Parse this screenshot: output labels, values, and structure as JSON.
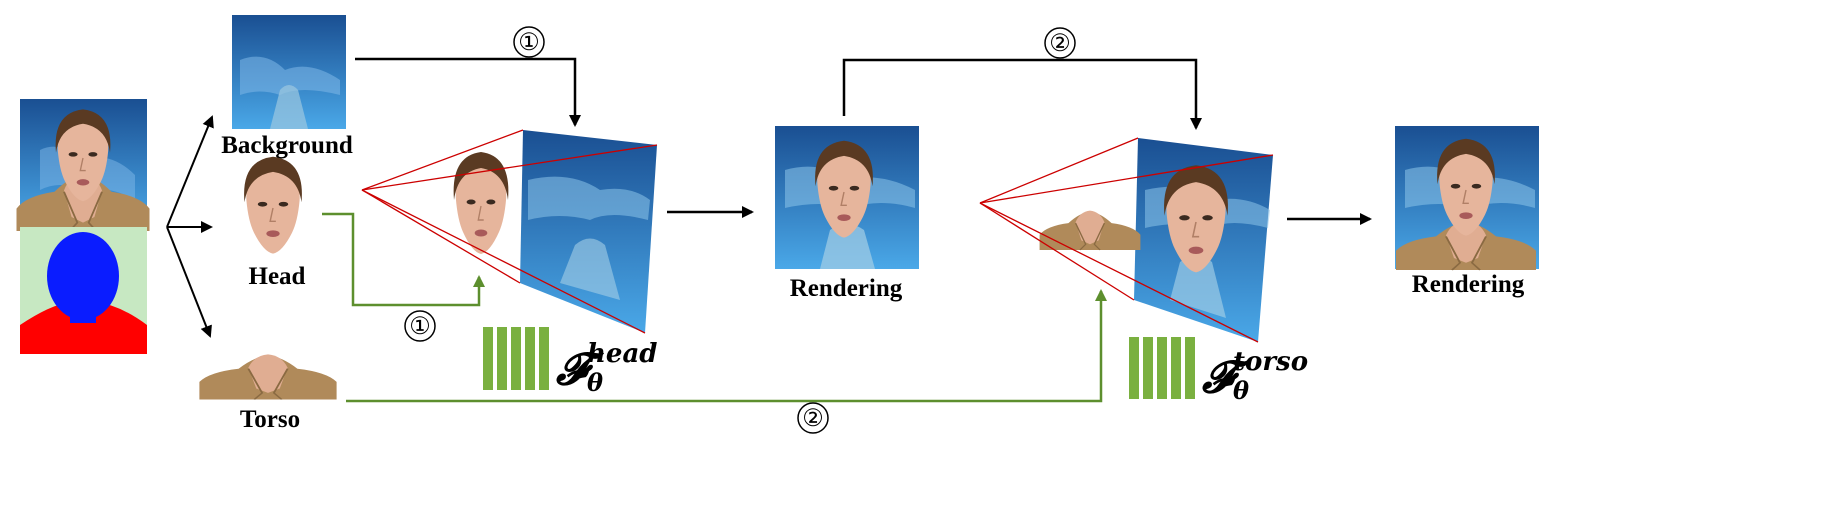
{
  "labels": {
    "background": "Background",
    "head": "Head",
    "torso": "Torso",
    "rendering_1": "Rendering",
    "rendering_2": "Rendering"
  },
  "steps": {
    "one": "①",
    "two": "②"
  },
  "networks": {
    "head": {
      "symbol": "𝓕",
      "subscript": "θ",
      "superscript": "head"
    },
    "torso": {
      "symbol": "𝓕",
      "subscript": "θ",
      "superscript": "torso"
    }
  },
  "colors": {
    "sky_top": "#1f5fa8",
    "sky_bottom": "#3f9be0",
    "skin": "#e6b59c",
    "hair": "#5a3a22",
    "jacket": "#b08a5a",
    "parse_bg": "#c7e8c2",
    "parse_head": "#0a1cff",
    "parse_torso": "#ff0000",
    "green_flow": "#5d8f2e",
    "network_bars": "#7ab040",
    "frustum": "#cc0000"
  }
}
